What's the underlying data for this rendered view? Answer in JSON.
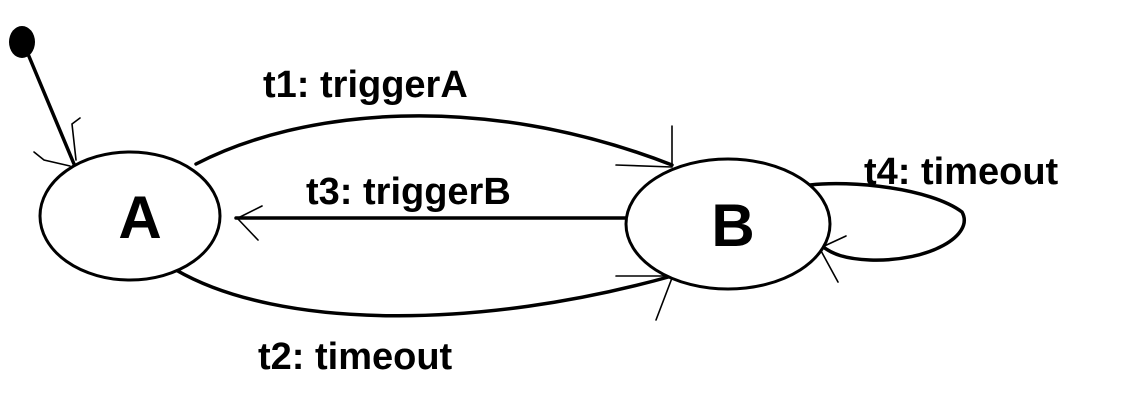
{
  "diagram": {
    "type": "state-machine",
    "initial_state": "A",
    "states": [
      {
        "id": "A",
        "label": "A"
      },
      {
        "id": "B",
        "label": "B"
      }
    ],
    "transitions": [
      {
        "id": "t1",
        "label": "t1: triggerA",
        "from": "A",
        "to": "B"
      },
      {
        "id": "t2",
        "label": "t2: timeout",
        "from": "A",
        "to": "B"
      },
      {
        "id": "t3",
        "label": "t3: triggerB",
        "from": "B",
        "to": "A"
      },
      {
        "id": "t4",
        "label": "t4: timeout",
        "from": "B",
        "to": "B"
      }
    ],
    "colors": {
      "stroke": "#000000",
      "background": "#ffffff"
    }
  }
}
